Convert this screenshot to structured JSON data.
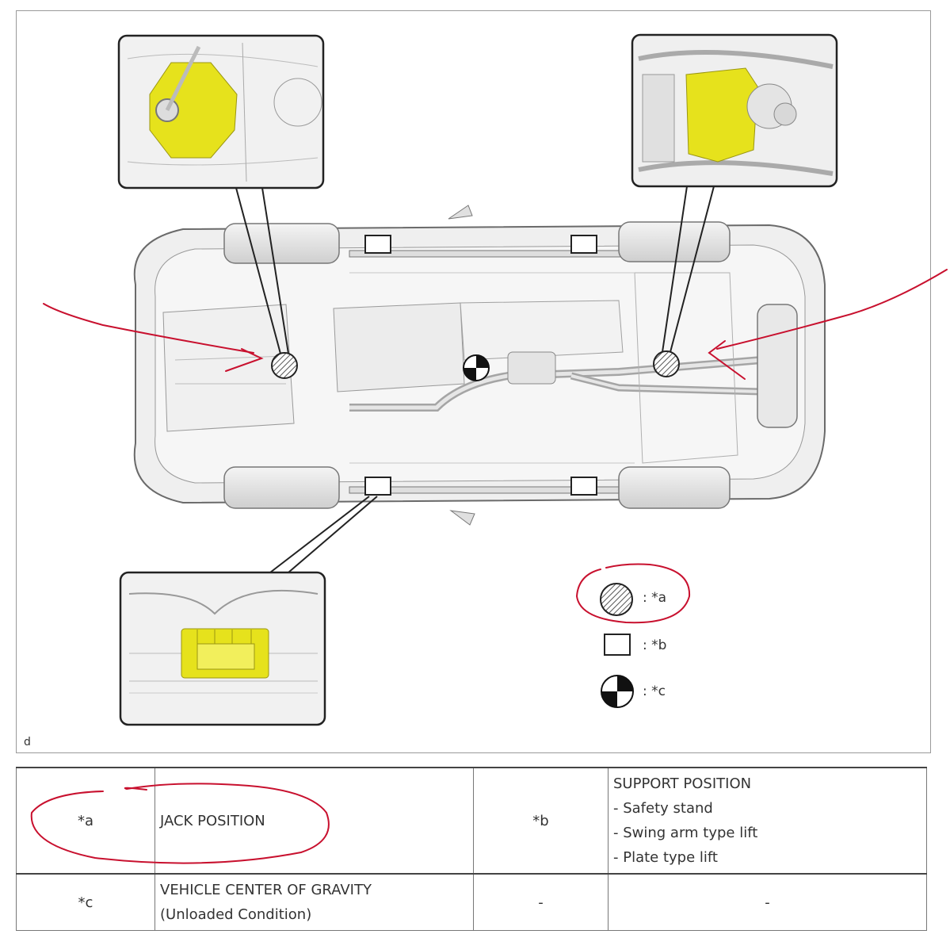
{
  "figure": {
    "id_label": "d",
    "legend": [
      {
        "symbol": "hatched-circle",
        "label": ": *a"
      },
      {
        "symbol": "square",
        "label": ": *b"
      },
      {
        "symbol": "center-of-gravity",
        "label": ": *c"
      }
    ],
    "colors": {
      "highlight": "#e6e21c",
      "annotation": "#c8102e",
      "body": "#eeeeee",
      "outline": "#555555"
    }
  },
  "table": {
    "rows": [
      {
        "key1": "*a",
        "desc1": [
          "JACK POSITION"
        ],
        "key2": "*b",
        "desc2": [
          "SUPPORT POSITION",
          "- Safety stand",
          "- Swing arm type lift",
          "- Plate type lift"
        ]
      },
      {
        "key1": "*c",
        "desc1": [
          "VEHICLE CENTER OF GRAVITY",
          "(Unloaded Condition)"
        ],
        "key2": "-",
        "desc2": [
          "-"
        ]
      }
    ]
  }
}
